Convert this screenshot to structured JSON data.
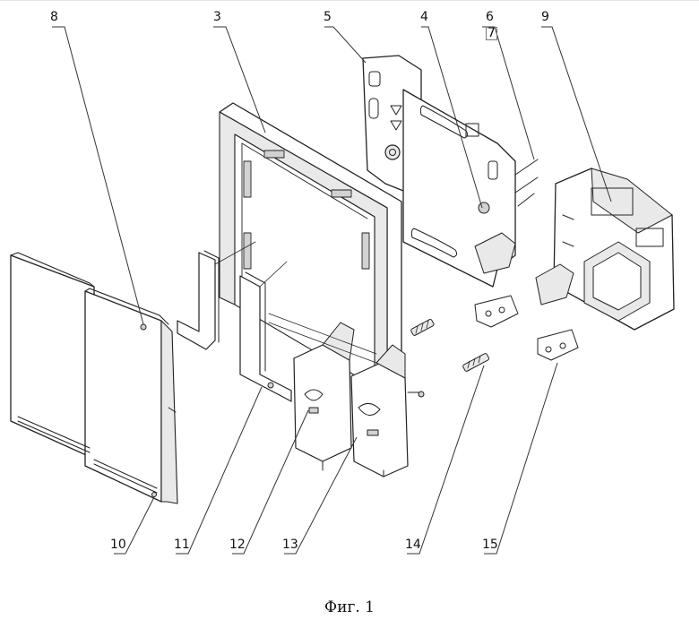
{
  "figure": {
    "caption": "Фиг. 1",
    "labels": {
      "l3": "3",
      "l4": "4",
      "l5": "5",
      "l6": "6",
      "l7": "7",
      "l8": "8",
      "l9": "9",
      "l10": "10",
      "l11": "11",
      "l12": "12",
      "l13": "13",
      "l14": "14",
      "l15": "15"
    }
  },
  "colors": {
    "ink": "#222222",
    "background": "#ffffff",
    "shade": "#e9e9e9"
  }
}
